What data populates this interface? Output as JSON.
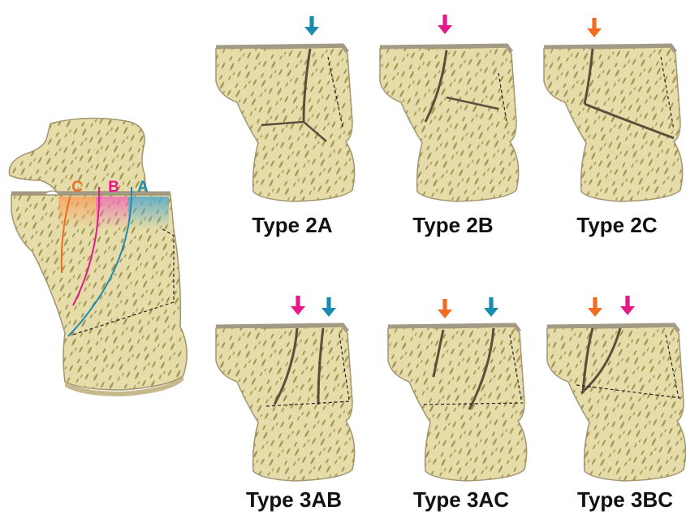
{
  "reference": {
    "column_labels": [
      {
        "text": "C",
        "color": "#f26b21"
      },
      {
        "text": "B",
        "color": "#e6198a"
      },
      {
        "text": "A",
        "color": "#1b8bb0"
      }
    ]
  },
  "panels": [
    {
      "id": "2A",
      "caption": "Type 2A",
      "arrows": [
        "A"
      ]
    },
    {
      "id": "2B",
      "caption": "Type 2B",
      "arrows": [
        "B"
      ]
    },
    {
      "id": "2C",
      "caption": "Type 2C",
      "arrows": [
        "C"
      ]
    },
    {
      "id": "3AB",
      "caption": "Type 3AB",
      "arrows": [
        "B",
        "A"
      ]
    },
    {
      "id": "3AC",
      "caption": "Type 3AC",
      "arrows": [
        "C",
        "A"
      ]
    },
    {
      "id": "3BC",
      "caption": "Type 3BC",
      "arrows": [
        "C",
        "B"
      ]
    }
  ],
  "colors": {
    "A": "#1b8bb0",
    "B": "#e6198a",
    "C": "#f26b21",
    "bone_fill": "#e6dcaa",
    "bone_edge": "#a39570",
    "trabecular": "#9e9552",
    "cortex_top": "#a39a86"
  }
}
